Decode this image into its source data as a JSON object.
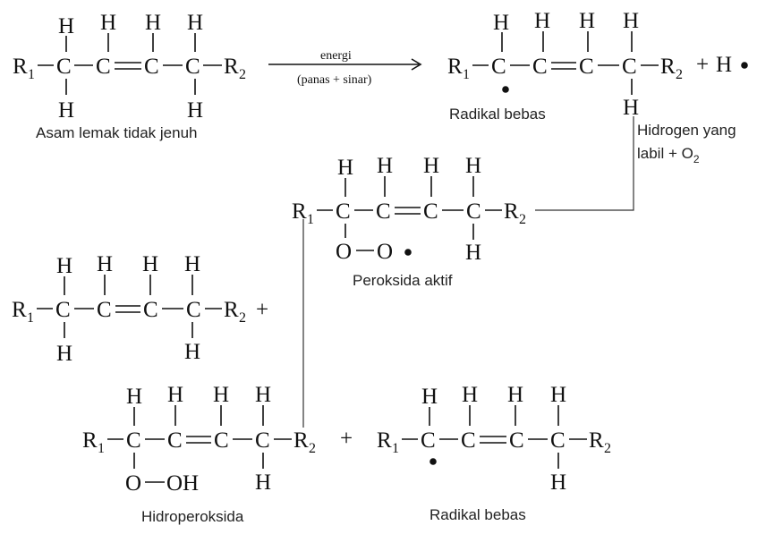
{
  "reaction_arrow": {
    "top_label": "energi",
    "bottom_label": "(panas + sinar)"
  },
  "labels": {
    "asam_lemak": "Asam lemak tidak jenuh",
    "radikal_bebas_1": "Radikal bebas",
    "hidrogen_labil": "Hidrogen yang",
    "labil_o2_main": "labil + O",
    "labil_o2_sub": "2",
    "peroksida_aktif": "Peroksida aktif",
    "hidroperoksida": "Hidroperoksida",
    "radikal_bebas_2": "Radikal bebas"
  },
  "symbols": {
    "H": "H",
    "C": "C",
    "R": "R",
    "sub1": "1",
    "sub2": "2",
    "O": "O",
    "OH": "OH",
    "plus": "+",
    "minus": "−",
    "eq": "="
  },
  "colors": {
    "ink": "#111111",
    "label": "#222222",
    "background": "#ffffff"
  }
}
